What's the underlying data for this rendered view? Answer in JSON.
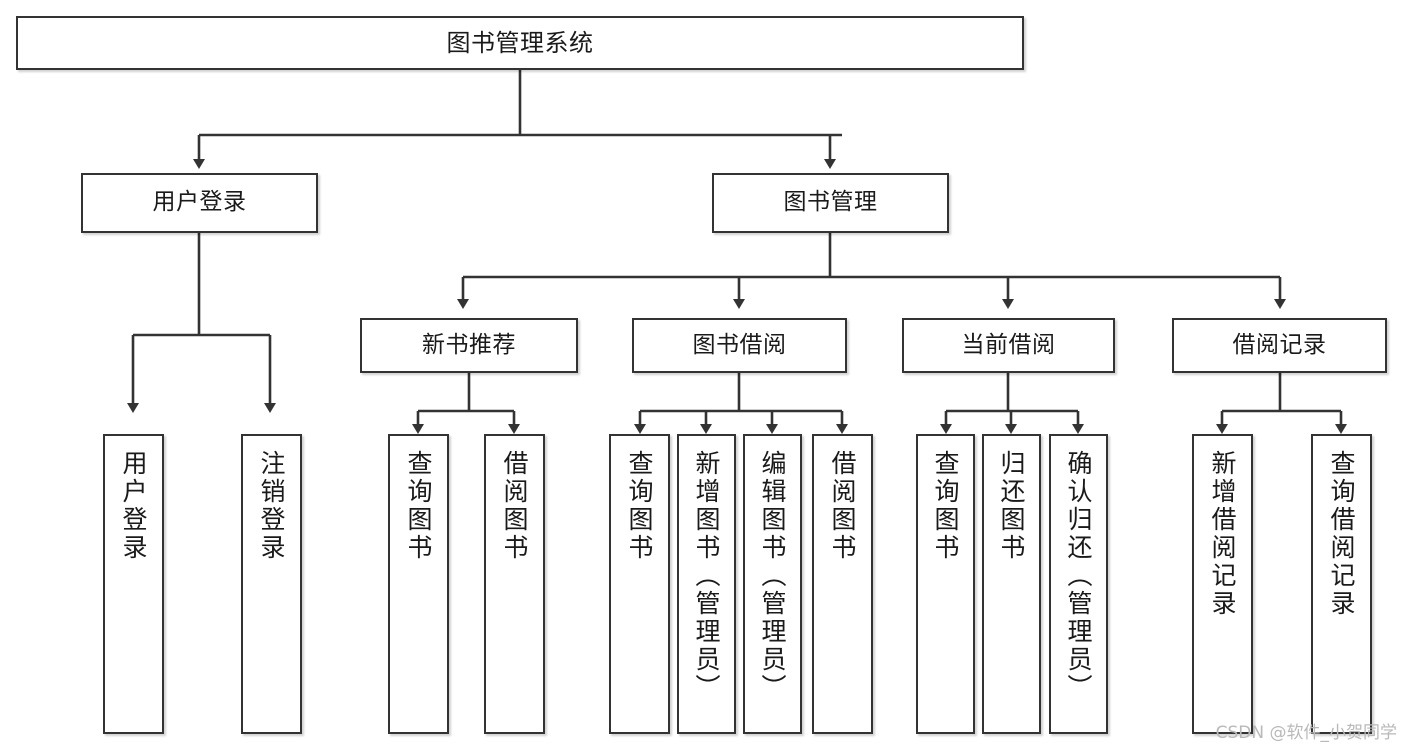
{
  "diagram": {
    "title": "图书管理系统",
    "type": "tree-hierarchy-diagram",
    "colors": {
      "border": "#333333",
      "background": "#ffffff",
      "text": "#1a1a1a",
      "watermark": "#b9b9b9"
    },
    "nodes": {
      "root": {
        "label": "图书管理系统"
      },
      "level1": [
        {
          "label": "用户登录"
        },
        {
          "label": "图书管理"
        }
      ],
      "level2": [
        {
          "label": "新书推荐"
        },
        {
          "label": "图书借阅"
        },
        {
          "label": "当前借阅"
        },
        {
          "label": "借阅记录"
        }
      ],
      "leaves_user_login": [
        {
          "label": "用户登录"
        },
        {
          "label": "注销登录"
        }
      ],
      "leaves_new_book": [
        {
          "label": "查询图书"
        },
        {
          "label": "借阅图书"
        }
      ],
      "leaves_borrow": [
        {
          "label": "查询图书"
        },
        {
          "label": "新增图书（管理员）"
        },
        {
          "label": "编辑图书（管理员）"
        },
        {
          "label": "借阅图书"
        }
      ],
      "leaves_current": [
        {
          "label": "查询图书"
        },
        {
          "label": "归还图书"
        },
        {
          "label": "确认归还（管理员）"
        }
      ],
      "leaves_records": [
        {
          "label": "新增借阅记录"
        },
        {
          "label": "查询借阅记录"
        }
      ]
    },
    "watermark": "CSDN @软件_小贺同学"
  }
}
